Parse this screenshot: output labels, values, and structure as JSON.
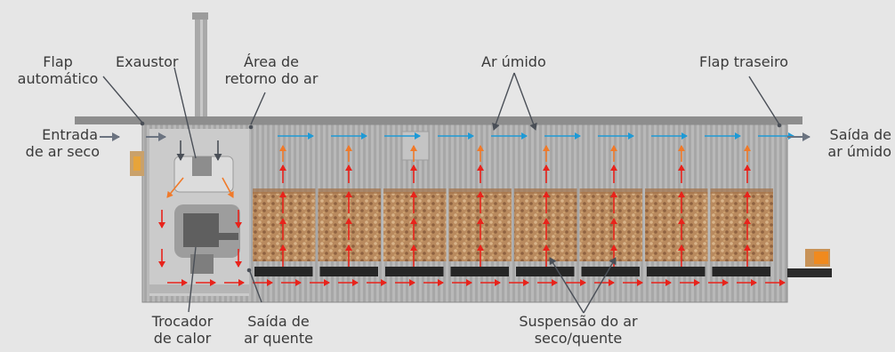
{
  "labels": {
    "flap_auto_1": "Flap",
    "flap_auto_2": "automático",
    "exaustor": "Exaustor",
    "area_retorno_1": "Área de",
    "area_retorno_2": "retorno do ar",
    "ar_umido": "Ar úmido",
    "flap_traseiro": "Flap traseiro",
    "entrada_1": "Entrada",
    "entrada_2": "de ar seco",
    "saida_umido_1": "Saída de",
    "saida_umido_2": "ar úmido",
    "trocador_1": "Trocador",
    "trocador_2": "de calor",
    "saida_quente_1": "Saída de",
    "saida_quente_2": "ar quente",
    "suspensao_1": "Suspensão do ar",
    "suspensao_2": "seco/quente"
  },
  "colors": {
    "background": "#e6e6e6",
    "hot_air": "#e8231b",
    "humid_air": "#1e9ad6",
    "transition_air": "#f07a2a",
    "label_text": "#3a3a3a",
    "dry_air_arrow": "#6b7380"
  },
  "diagram": {
    "grain_bins": 8,
    "floor_slats": 8
  }
}
